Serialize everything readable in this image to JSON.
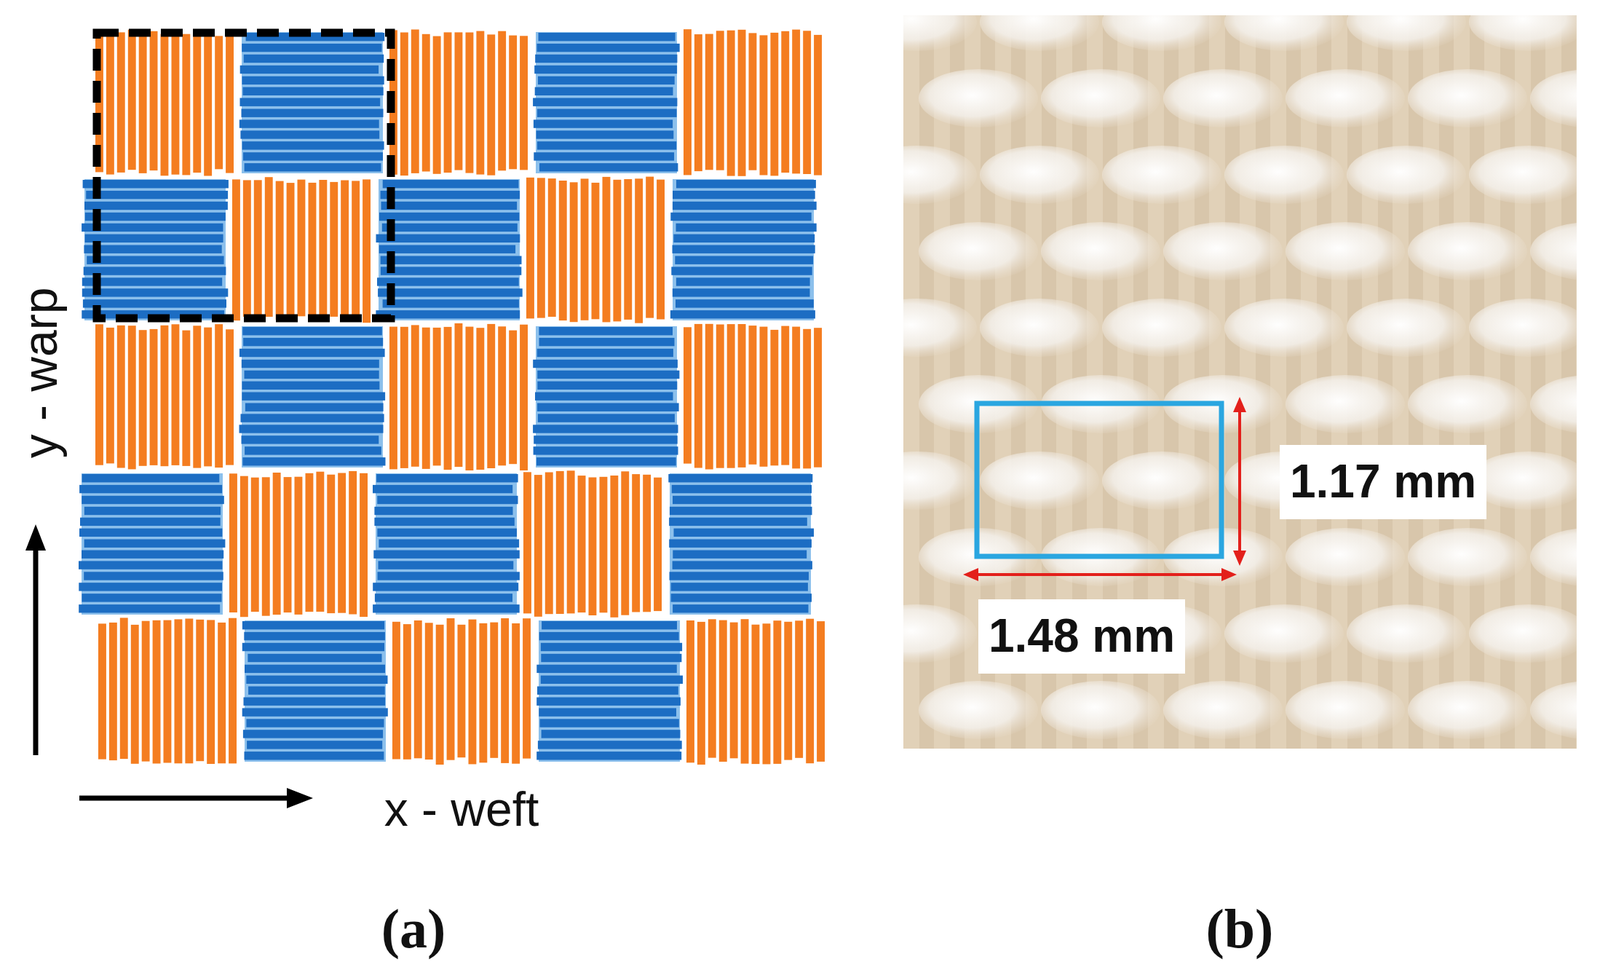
{
  "diagram": {
    "labels": [
      "y - warp",
      "x - weft",
      "1.17 mm",
      "1.48 mm",
      "(a)",
      "(b)"
    ]
  }
}
